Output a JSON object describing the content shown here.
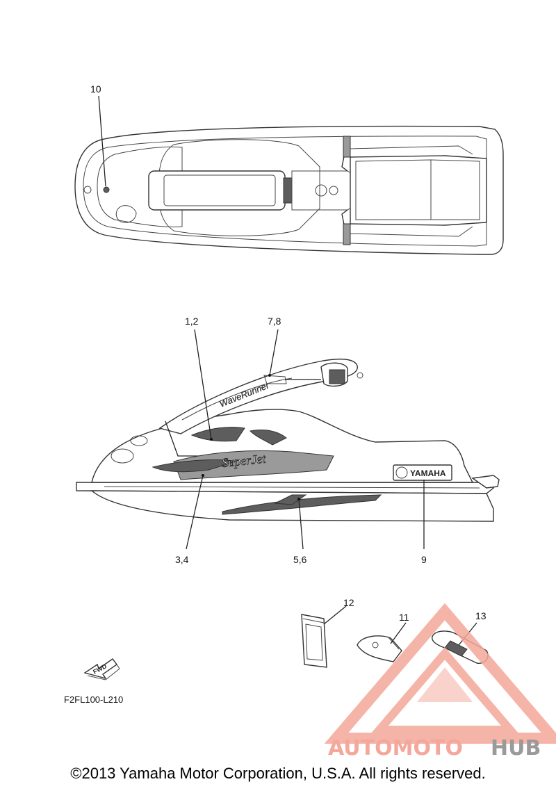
{
  "callouts": {
    "c10": "10",
    "c1_2": "1,2",
    "c7_8": "7,8",
    "c3_4": "3,4",
    "c5_6": "5,6",
    "c9": "9",
    "c12": "12",
    "c11": "11",
    "c13": "13"
  },
  "decals": {
    "waverunner": "WaveRunner",
    "superjet": "SuperJet",
    "yamaha": "YAMAHA",
    "fwd": "FWD"
  },
  "diagram_code": "F2FL100-L210",
  "watermark": {
    "part1": "AUTOMOTO",
    "part2": "HUB",
    "color1": "#f4a79a",
    "color2": "#9a9a9a"
  },
  "copyright": "©2013 Yamaha Motor Corporation, U.S.A. All rights reserved."
}
